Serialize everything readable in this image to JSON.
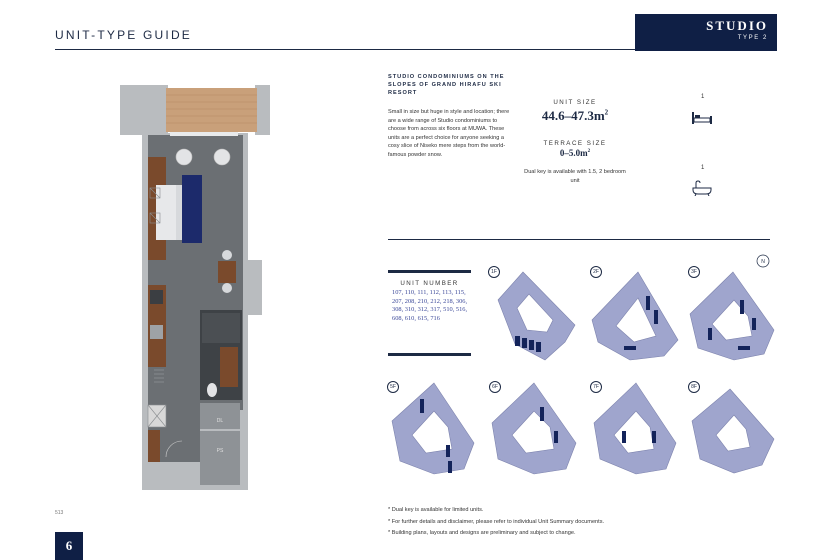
{
  "header": {
    "title": "UNIT-TYPE GUIDE",
    "badge_title": "STUDIO",
    "badge_subtitle": "TYPE 2"
  },
  "plan": {
    "room_labels": [
      "DL",
      "PS"
    ]
  },
  "intro": {
    "heading": "STUDIO CONDOMINIUMS ON THE SLOPES OF GRAND HIRAFU SKI RESORT",
    "body": "Small in size but huge in style and location; there are a wide range of Studio condominiums to choose from across six floors at MUWA. These units are a perfect choice for anyone seeking a cosy slice of Niseko mere steps from the world-famous powder snow."
  },
  "specs": {
    "unit_size_label": "UNIT SIZE",
    "unit_size_value": "44.6–47.3m",
    "terrace_size_label": "TERRACE SIZE",
    "terrace_size_value": "0–5.0m",
    "superscript": "2",
    "dual_key_note": "Dual key is available with 1.5, 2 bedroom unit",
    "bedroom_count": "1",
    "bath_count": "1",
    "icons": [
      "bed-icon",
      "bathtub-icon"
    ]
  },
  "unit_numbers": {
    "label": "UNIT NUMBER",
    "list": "107, 110, 111, 112, 113, 115, 207, 208, 210, 212, 218, 306, 308, 310, 312, 317, 510, 516, 608, 610, 615, 716"
  },
  "compass": {
    "label": "N"
  },
  "floors": [
    "1F",
    "2F",
    "3F",
    "5F",
    "6F",
    "7F",
    "8F"
  ],
  "footnotes": [
    "* Dual key is available for limited units.",
    "* For further details and disclaimer, please refer to individual Unit Summary documents.",
    "* Building plans, layouts and designs are preliminary and subject to change."
  ],
  "page": {
    "code": "513",
    "number": "6"
  },
  "colors": {
    "navy": "#0f1f45",
    "floor_fill": "#9fa5cd",
    "highlight": "#13235a",
    "floor_plan_gray": "#6b6f73",
    "wood": "#7a4a2c"
  }
}
